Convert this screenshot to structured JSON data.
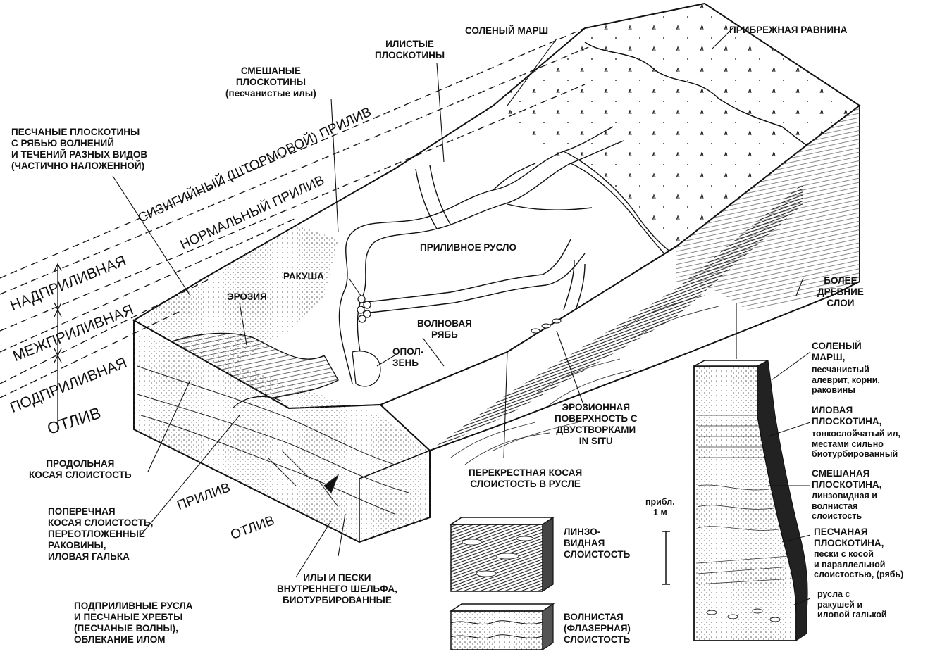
{
  "labels": {
    "salt_marsh": "СОЛЕНЫЙ МАРШ",
    "coastal_plain": "ПРИБРЕЖНАЯ РАВНИНА",
    "mud_flats": "ИЛИСТЫЕ\nПЛОСКОТИНЫ",
    "mixed_flats": "СМЕШАНЫЕ\nПЛОСКОТИНЫ\n(песчанистые илы)",
    "sand_flats": "ПЕСЧАНЫЕ ПЛОСКОТИНЫ\nС РЯБЬЮ ВОЛНЕНИЙ\nИ ТЕЧЕНИЙ РАЗНЫХ ВИДОВ\n(ЧАСТИЧНО НАЛОЖЕННОЙ)",
    "spring_tide": "СИЗИГИЙНЫЙ (ШТОРМОВОЙ) ПРИЛИВ",
    "normal_tide": "НОРМАЛЬНЫЙ ПРИЛИВ",
    "tidal_channel": "ПРИЛИВНОЕ РУСЛО",
    "shell": "РАКУША",
    "erosion": "ЭРОЗИЯ",
    "wave_ripple": "ВОЛНОВАЯ\nРЯБЬ",
    "slump": "ОПОЛ-\nЗЕНЬ",
    "older_layers": "БОЛЕЕ\nДРЕВНИЕ\nСЛОИ",
    "erosion_surface": "ЭРОЗИОННАЯ\nПОВЕРХНОСТЬ С\nДВУСТВОРКАМИ\nIN SITU",
    "channel_cross": "ПЕРЕКРЕСТНАЯ КОСАЯ\nСЛОИСТОСТЬ В РУСЛЕ",
    "longitudinal": "ПРОДОЛЬНАЯ\nКОСАЯ СЛОИСТОСТЬ",
    "transverse": "ПОПЕРЕЧНАЯ\nКОСАЯ СЛОИСТОСТЬ,\nПЕРЕОТЛОЖЕННЫЕ\nРАКОВИНЫ,\nИЛОВАЯ ГАЛЬКА",
    "shelf_muds": "ИЛЫ И ПЕСКИ\nВНУТРЕННЕГО ШЕЛЬФА,\nБИОТУРБИРОВАННЫЕ",
    "subtidal": "ПОДПРИЛИВНЫЕ РУСЛА\nИ ПЕСЧАНЫЕ ХРЕБТЫ\n(ПЕСЧАНЫЕ ВОЛНЫ),\nОБЛЕКАНИЕ ИЛОМ",
    "lenticular": "ЛИНЗО-\nВИДНАЯ\nСЛОИСТОСТЬ",
    "flaser": "ВОЛНИСТАЯ\n(ФЛАЗЕРНАЯ)\nСЛОИСТОСТЬ",
    "col_salt_marsh": "СОЛЕНЫЙ\nМАРШ,",
    "col_salt_marsh_desc": "песчанистый\nалеврит, корни,\nраковины",
    "col_mud_flat": "ИЛОВАЯ\nПЛОСКОТИНА,",
    "col_mud_flat_desc": "тонкослойчатый ил,\nместами сильно\nбиотурбированный",
    "col_mixed_flat": "СМЕШАНАЯ\nПЛОСКОТИНА,",
    "col_mixed_flat_desc": "линзовидная и\nволнистая\nслоистость",
    "col_sand_flat": "ПЕСЧАНАЯ\nПЛОСКОТИНА,",
    "col_sand_flat_desc": "пески с косой\nи параллельной\nслоистостью, (рябь)",
    "col_channels": "русла с\nракушей и\nиловой галькой",
    "scale": "прибл.\n1 м"
  },
  "zones": {
    "supratidal": "НАДПРИЛИВНАЯ",
    "intertidal": "МЕЖПРИЛИВНАЯ",
    "subtidal": "ПОДПРИЛИВНАЯ",
    "ebb_left": "ОТЛИВ",
    "flood": "ПРИЛИВ",
    "ebb_bottom": "ОТЛИВ"
  }
}
